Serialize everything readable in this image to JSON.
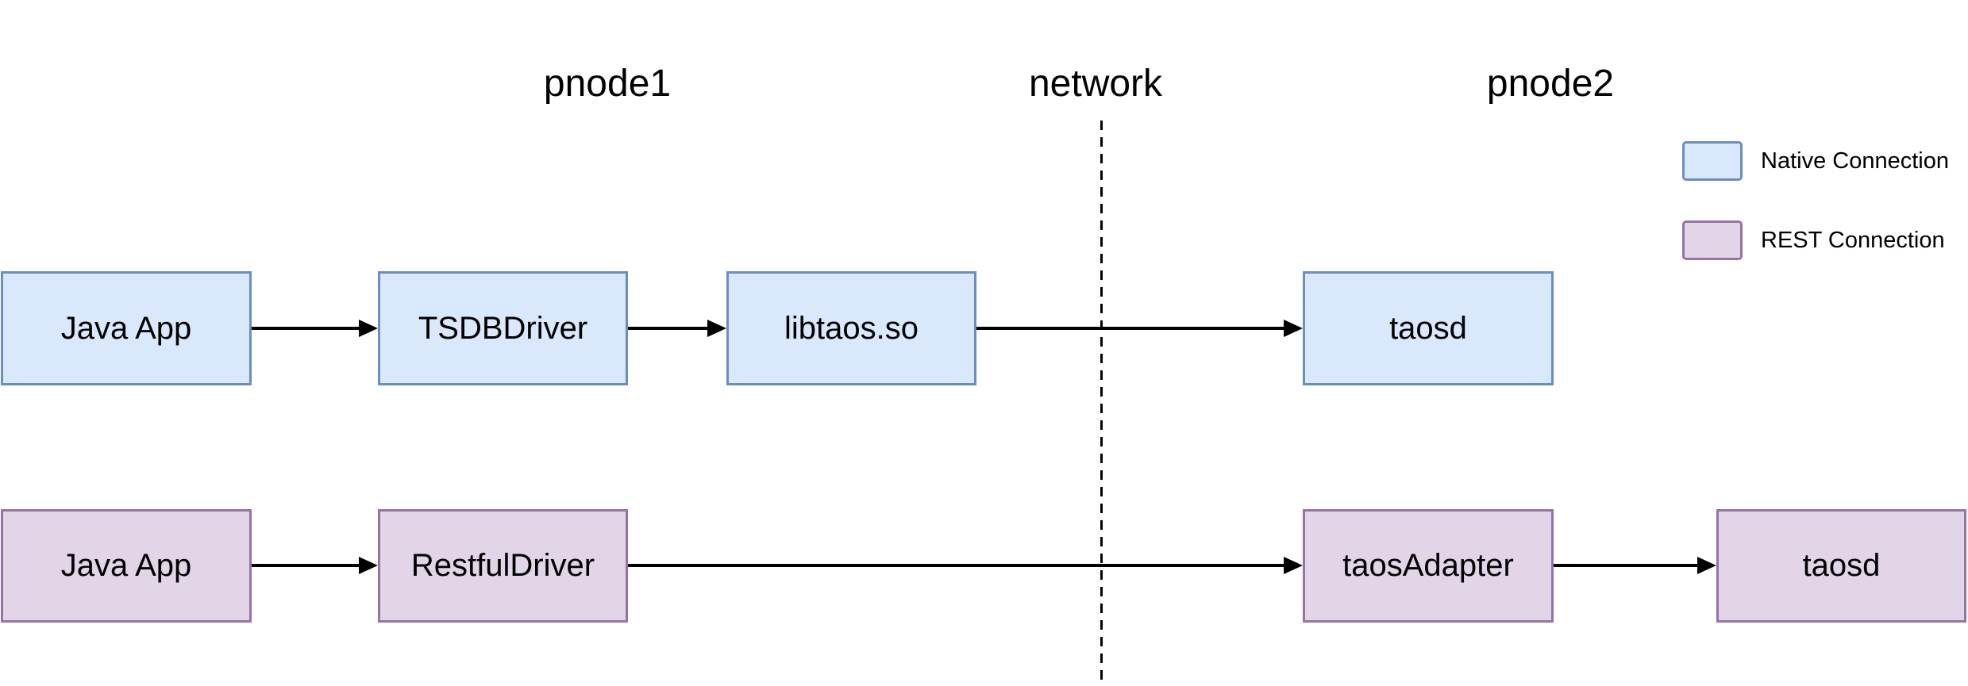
{
  "titles": {
    "pnode1": "pnode1",
    "network": "network",
    "pnode2": "pnode2"
  },
  "legend": {
    "native": {
      "label": "Native Connection",
      "fill": "#dae8fc",
      "stroke": "#6c8ebf"
    },
    "rest": {
      "label": "REST Connection",
      "fill": "#e1d5e7",
      "stroke": "#9673a6"
    }
  },
  "flows": {
    "native": {
      "connection_type": "Native Connection",
      "nodes": [
        {
          "label": "Java App"
        },
        {
          "label": "TSDBDriver"
        },
        {
          "label": "libtaos.so"
        },
        {
          "label": "taosd"
        }
      ]
    },
    "rest": {
      "connection_type": "REST Connection",
      "nodes": [
        {
          "label": "Java App"
        },
        {
          "label": "RestfulDriver"
        },
        {
          "label": "taosAdapter"
        },
        {
          "label": "taosd"
        }
      ]
    }
  },
  "boundary": {
    "label": "network",
    "style": "dashed",
    "color": "#000000"
  },
  "colors": {
    "background": "#ffffff",
    "arrow": "#000000",
    "text": "#000000"
  }
}
